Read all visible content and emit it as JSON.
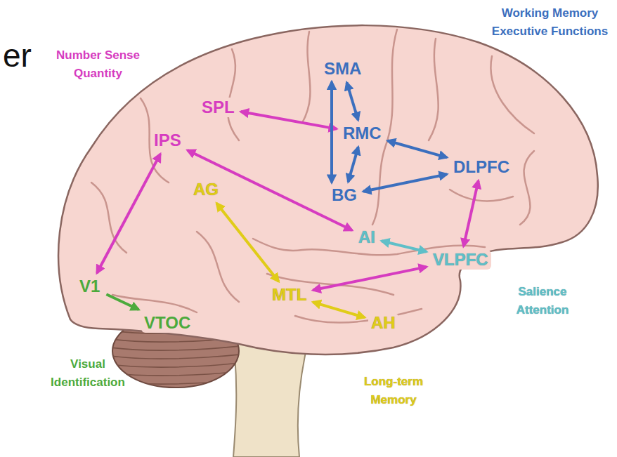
{
  "diagram": {
    "nodes": [
      {
        "text": [
          "SMA"
        ]
      },
      {
        "text": [
          "SPL"
        ]
      },
      {
        "text": [
          "IPS"
        ]
      },
      {
        "text": [
          "RMC"
        ]
      },
      {
        "text": [
          "DLPFC"
        ]
      },
      {
        "text": [
          "BG"
        ]
      },
      {
        "text": [
          "AG"
        ]
      },
      {
        "text": [
          "AI"
        ]
      },
      {
        "text": [
          "VLPFC"
        ]
      },
      {
        "text": [
          "MTL"
        ]
      },
      {
        "text": [
          "AH"
        ]
      },
      {
        "text": [
          "V1"
        ]
      },
      {
        "text": [
          "VTOC"
        ]
      }
    ],
    "edges": [
      {
        "from": 1,
        "to": 3,
        "arrow": "both"
      },
      {
        "from": 2,
        "to": 7,
        "arrow": "both"
      },
      {
        "from": 2,
        "to": 11,
        "arrow": "both"
      },
      {
        "from": 0,
        "to": 5,
        "arrow": "both"
      },
      {
        "from": 0,
        "to": 3,
        "arrow": "both"
      },
      {
        "from": 3,
        "to": 5,
        "arrow": "both"
      },
      {
        "from": 3,
        "to": 4,
        "arrow": "both"
      },
      {
        "from": 5,
        "to": 4,
        "arrow": "both"
      },
      {
        "from": 4,
        "to": 8,
        "arrow": "both"
      },
      {
        "from": 7,
        "to": 8,
        "arrow": "both"
      },
      {
        "from": 6,
        "to": 9,
        "arrow": "both"
      },
      {
        "from": 9,
        "to": 8,
        "arrow": "both"
      },
      {
        "from": 9,
        "to": 10,
        "arrow": "both"
      },
      {
        "from": 11,
        "to": 12,
        "arrow": "to"
      }
    ],
    "labels": [
      "er",
      "Number Sense Quantity",
      "Working Memory Executive Functions",
      "Salience Attention",
      "Visual Identification",
      "Long-term Memory"
    ]
  }
}
